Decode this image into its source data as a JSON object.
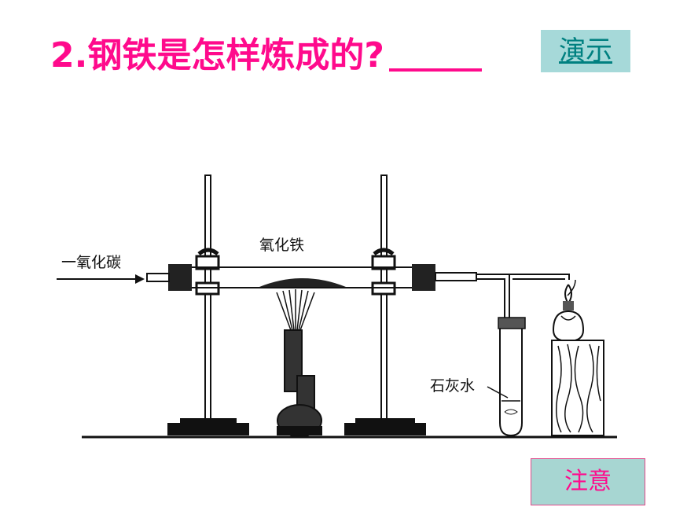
{
  "title": {
    "number": "2.",
    "text": "钢铁是怎样炼成的?"
  },
  "buttons": {
    "demo": "演示",
    "note": "注意"
  },
  "diagram": {
    "labels": {
      "co_inlet": "一氧化碳",
      "iron_oxide": "氧化铁",
      "limewater": "石灰水"
    }
  }
}
